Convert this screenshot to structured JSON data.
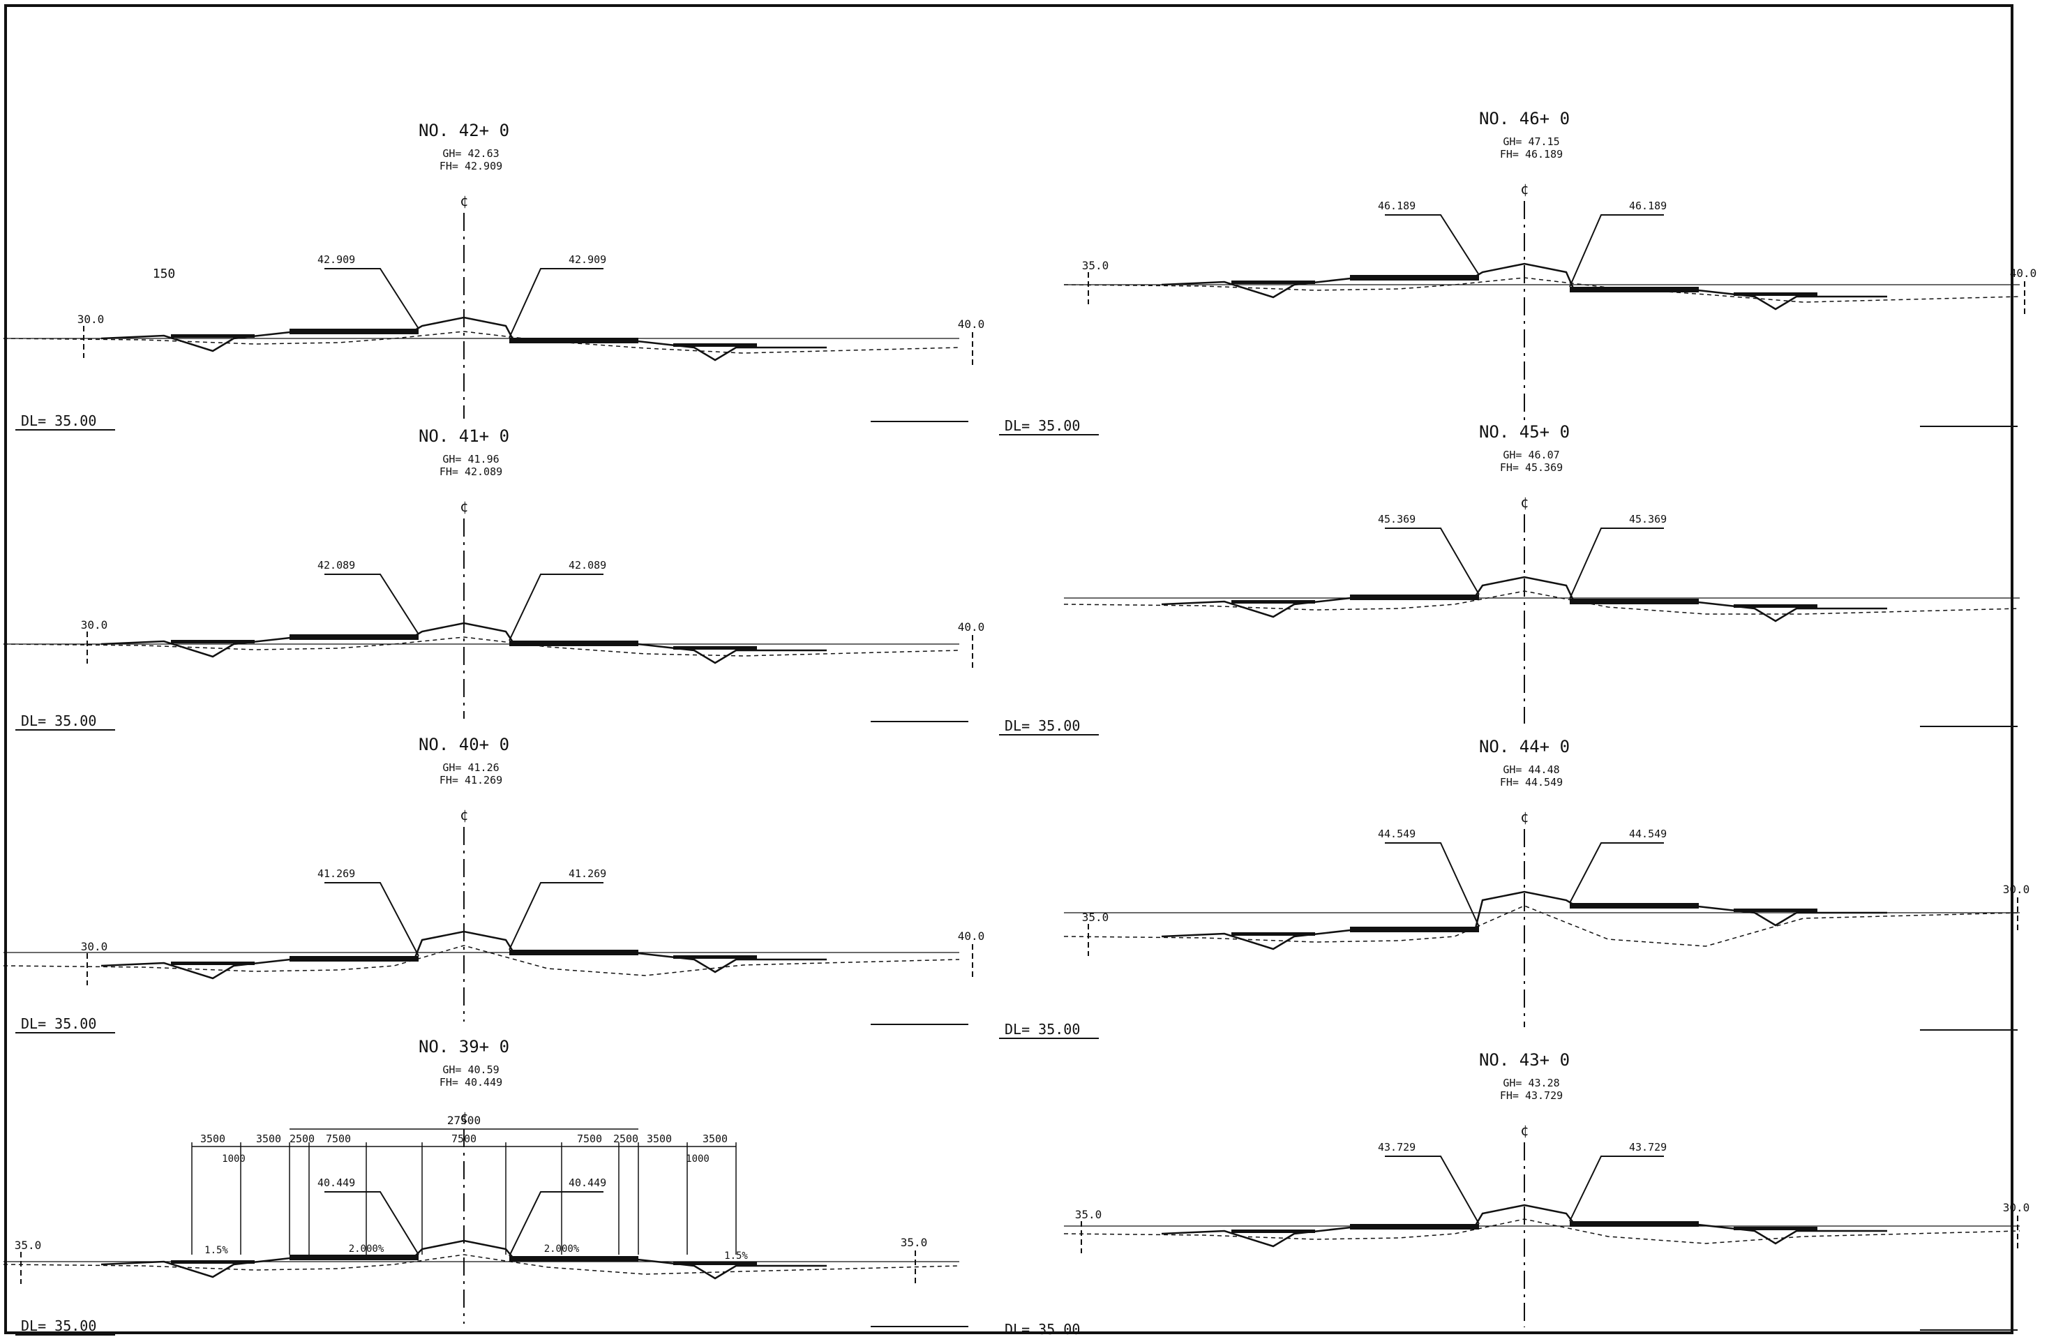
{
  "sheet": {
    "scale_note": "150",
    "datum_label": "DL= 35.00",
    "sections": [
      {
        "id": "42",
        "title": "NO. 42+ 0",
        "gh": "GH= 42.63",
        "fh": "FH= 42.909",
        "left_elev": "42.909",
        "right_elev": "42.909",
        "tick_left": "30.0",
        "tick_right": "40.0"
      },
      {
        "id": "41",
        "title": "NO. 41+ 0",
        "gh": "GH= 41.96",
        "fh": "FH= 42.089",
        "left_elev": "42.089",
        "right_elev": "42.089",
        "tick_left": "30.0",
        "tick_right": "40.0"
      },
      {
        "id": "40",
        "title": "NO. 40+ 0",
        "gh": "GH= 41.26",
        "fh": "FH= 41.269",
        "left_elev": "41.269",
        "right_elev": "41.269",
        "tick_left": "30.0",
        "tick_right": "40.0"
      },
      {
        "id": "39",
        "title": "NO. 39+ 0",
        "gh": "GH= 40.59",
        "fh": "FH= 40.449",
        "left_elev": "40.449",
        "right_elev": "40.449",
        "tick_left": "35.0",
        "tick_right": "35.0"
      },
      {
        "id": "46",
        "title": "NO. 46+ 0",
        "gh": "GH= 47.15",
        "fh": "FH= 46.189",
        "left_elev": "46.189",
        "right_elev": "46.189",
        "tick_left": "35.0",
        "tick_right": "40.0"
      },
      {
        "id": "45",
        "title": "NO. 45+ 0",
        "gh": "GH= 46.07",
        "fh": "FH= 45.369",
        "left_elev": "45.369",
        "right_elev": "45.369",
        "tick_left": "",
        "tick_right": ""
      },
      {
        "id": "44",
        "title": "NO. 44+ 0",
        "gh": "GH= 44.48",
        "fh": "FH= 44.549",
        "left_elev": "44.549",
        "right_elev": "44.549",
        "tick_left": "35.0",
        "tick_right": "30.0"
      },
      {
        "id": "43",
        "title": "NO. 43+ 0",
        "gh": "GH= 43.28",
        "fh": "FH= 43.729",
        "left_elev": "43.729",
        "right_elev": "43.729",
        "tick_left": "35.0",
        "tick_right": "30.0"
      }
    ],
    "dims": {
      "total": "27500",
      "segments": [
        "3500",
        "3500",
        "2500",
        "7500",
        "7500",
        "7500",
        "2500",
        "3500",
        "3500"
      ],
      "berm": "1000",
      "slope_left_outer": "1.5%",
      "slope_left_inner": "2.000%",
      "slope_right_inner": "2.000%",
      "slope_right_outer": "1.5%"
    }
  }
}
